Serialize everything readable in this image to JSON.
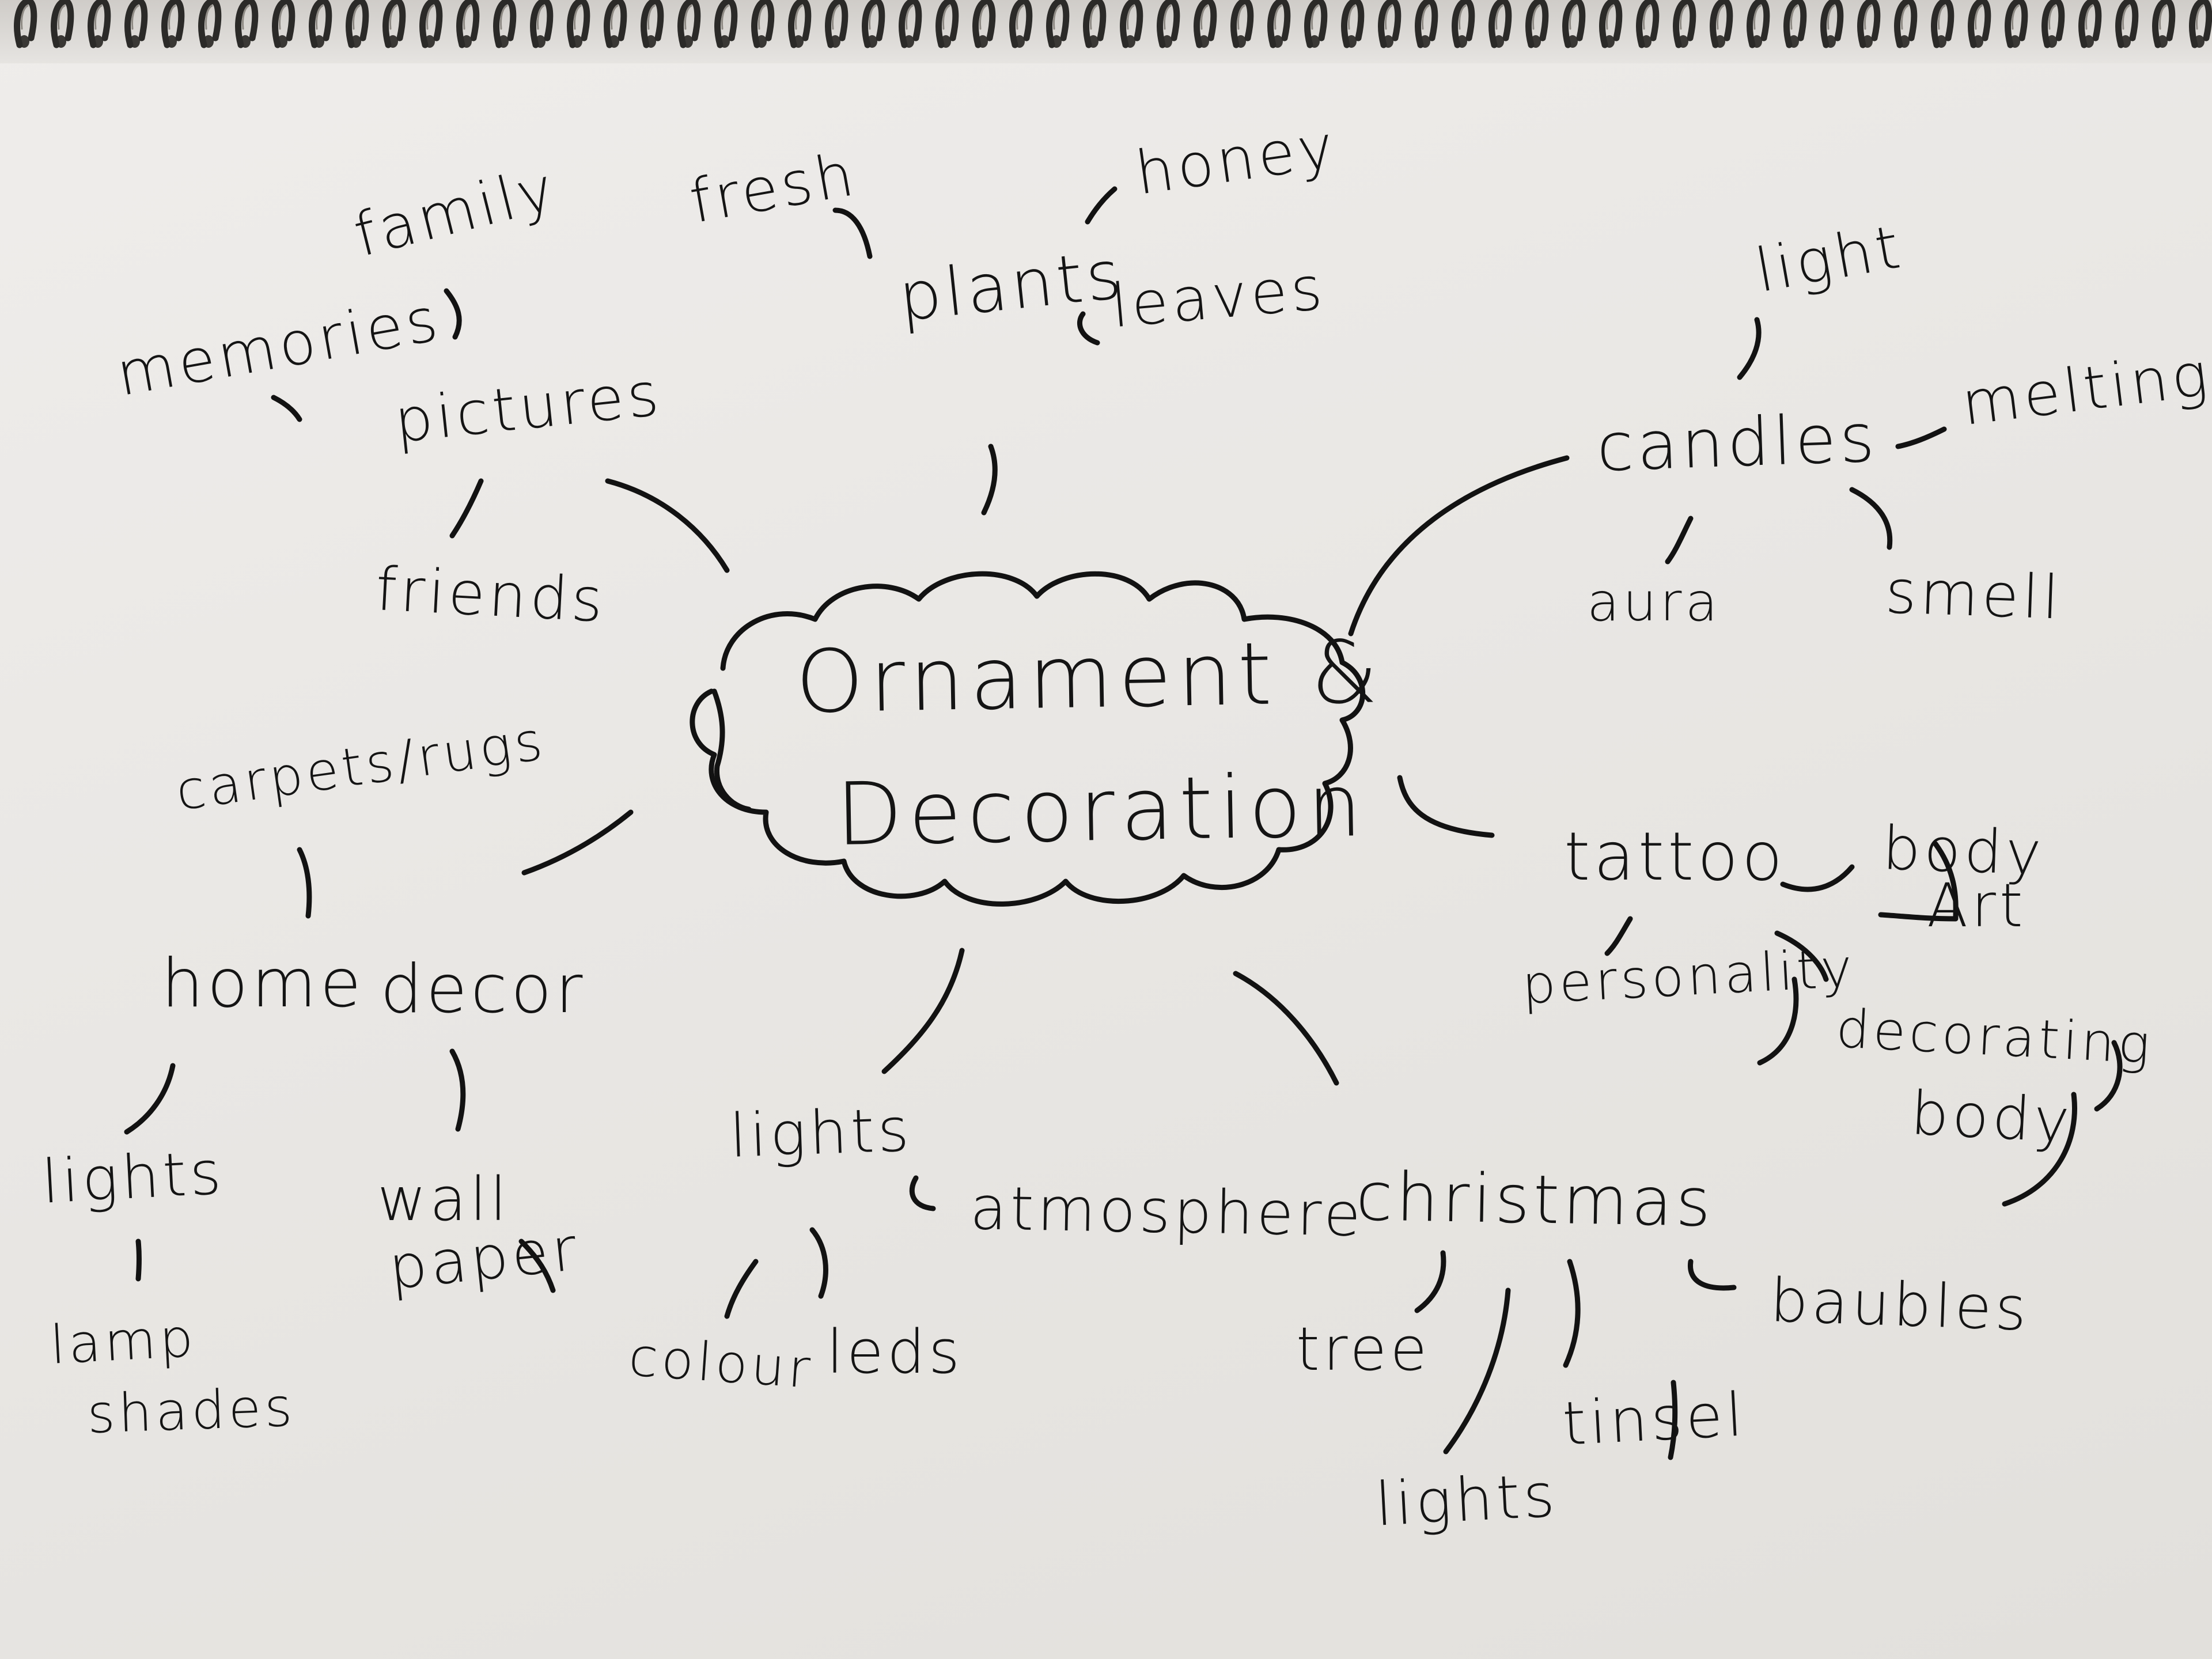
{
  "mindmap": {
    "center": {
      "line1": "Ornament &",
      "line2": "Decoration"
    },
    "pictures": {
      "label": "pictures",
      "family": "family",
      "memories": "memories",
      "friends": "friends"
    },
    "plants": {
      "label": "plants",
      "fresh": "fresh",
      "honey": "honey",
      "leaves": "leaves"
    },
    "candles": {
      "label": "candles",
      "light": "light",
      "melting": "melting",
      "aura": "aura",
      "smell": "smell"
    },
    "home_decor": {
      "label_home": "home",
      "label_decor": "decor",
      "carpets": "carpets/rugs",
      "lights": "lights",
      "lamp": "lamp",
      "shades": "shades",
      "wall": "wall",
      "paper": "paper"
    },
    "lights": {
      "label": "lights",
      "atmosphere": "atmosphere",
      "colour": "colour",
      "leds": "leds"
    },
    "christmas": {
      "label": "christmas",
      "tree": "tree",
      "lights": "lights",
      "tinsel": "tinsel",
      "baubles": "baubles"
    },
    "tattoo": {
      "label": "tattoo",
      "body": "body",
      "art": "Art",
      "personality": "personality",
      "decorating": "decorating",
      "decorating_body": "body"
    }
  }
}
